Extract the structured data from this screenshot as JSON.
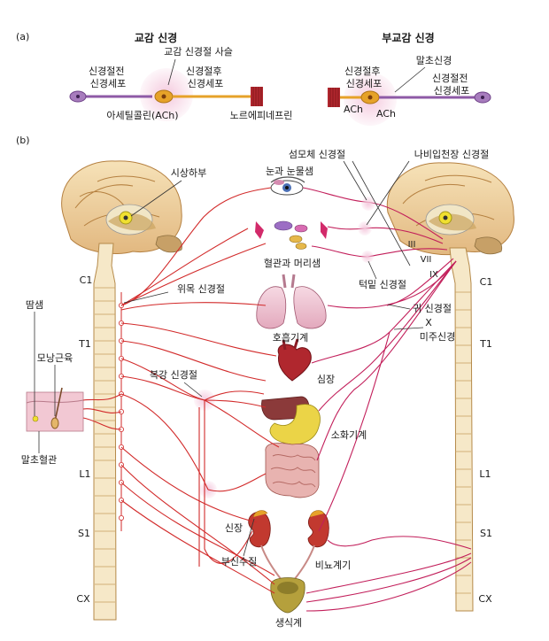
{
  "panel_a": {
    "tag": "(a)",
    "sympathetic": {
      "title": "교감 신경",
      "chain_label": "교감 신경절 사슬",
      "pre_cell": "신경절전\n신경세포",
      "post_cell": "신경절후\n신경세포",
      "transmitter_1": "아세틸콜린(ACh)",
      "transmitter_2": "노르에피네프린"
    },
    "parasympathetic": {
      "title": "부교감 신경",
      "terminal_label": "말초신경",
      "post_cell": "신경절후\n신경세포",
      "pre_cell": "신경절전\n신경세포",
      "ach_left": "ACh",
      "ach_right": "ACh"
    }
  },
  "panel_b": {
    "tag": "(b)",
    "labels": {
      "ciliary_ganglion": "섬모체 신경절",
      "pterygopalatine_ganglion": "나비입천장 신경절",
      "hypothalamus": "시상하부",
      "eye_lacrimal": "눈과 눈물샘",
      "vessels_glands": "혈관과 머리샘",
      "submandibular_ganglion": "턱밑 신경절",
      "cervical_ganglion": "위목 신경절",
      "otic_ganglion": "귀 신경절",
      "sweat_gland": "땀샘",
      "pilomotor": "모낭근육",
      "respiratory": "호흡기계",
      "vagus_numeral": "X",
      "vagus": "미주신경",
      "celiac_ganglion": "복강 신경절",
      "heart": "심장",
      "digestive": "소화기계",
      "peripheral_vessels": "말초혈관",
      "kidney": "신장",
      "adrenal_medulla": "부신수질",
      "urinary": "비뇨계기",
      "reproductive": "생식계",
      "cranial_iii": "III",
      "cranial_vii": "VII",
      "cranial_ix": "IX",
      "left_c1": "C1",
      "left_t1": "T1",
      "left_l1": "L1",
      "left_s1": "S1",
      "left_cx": "CX",
      "right_c1": "C1",
      "right_t1": "T1",
      "right_l1": "L1",
      "right_s1": "S1",
      "right_cx": "CX"
    }
  },
  "colors": {
    "nerve": "#d22a2a",
    "nerve_para": "#c21e5a",
    "neuron_purple": "#8e5aa6",
    "neuron_orange": "#e6a229",
    "highlight_pink": "#f4c7dc",
    "brain_cream": "#f2d9a6",
    "muscle_red": "#b0272e",
    "spine_tan": "#f6e8c8"
  },
  "icons": [
    "eye-icon",
    "heart-icon",
    "lung-icon",
    "stomach-icon",
    "intestine-icon",
    "kidney-icon",
    "bladder-icon",
    "brain-icon",
    "skin-icon",
    "muscle-icon"
  ]
}
